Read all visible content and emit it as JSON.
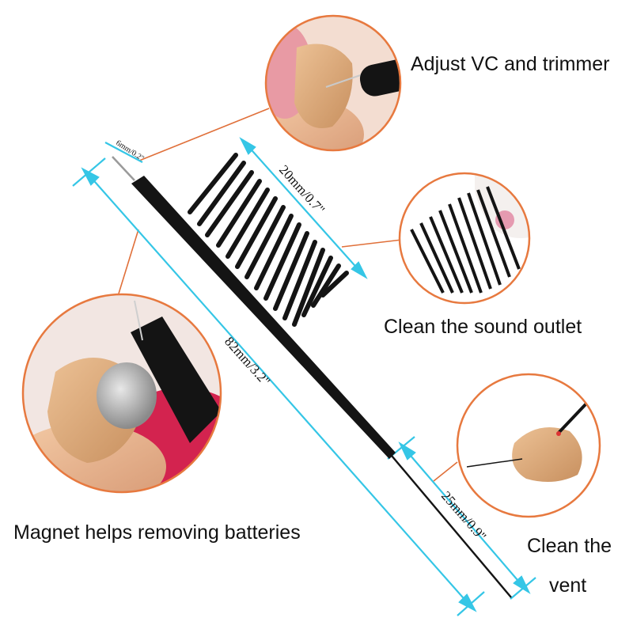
{
  "captions": {
    "adjust": "Adjust VC and trimmer",
    "outlet": "Clean the sound outlet",
    "magnet": "Magnet helps removing batteries",
    "vent_line1": "Clean the",
    "vent_line2": "vent"
  },
  "dimensions": {
    "tip": "6mm/0.2\"",
    "brush": "20mm/0.7\"",
    "total": "82mm/3.2\"",
    "wire": "25mm/0.9\""
  },
  "colors": {
    "dimension_line": "#35c6e6",
    "leader_line": "#e0703a",
    "circle_border": "#e7793f",
    "tool_black": "#141414",
    "skin": "#e9b78f",
    "hearing_aid": "#d9a779"
  }
}
